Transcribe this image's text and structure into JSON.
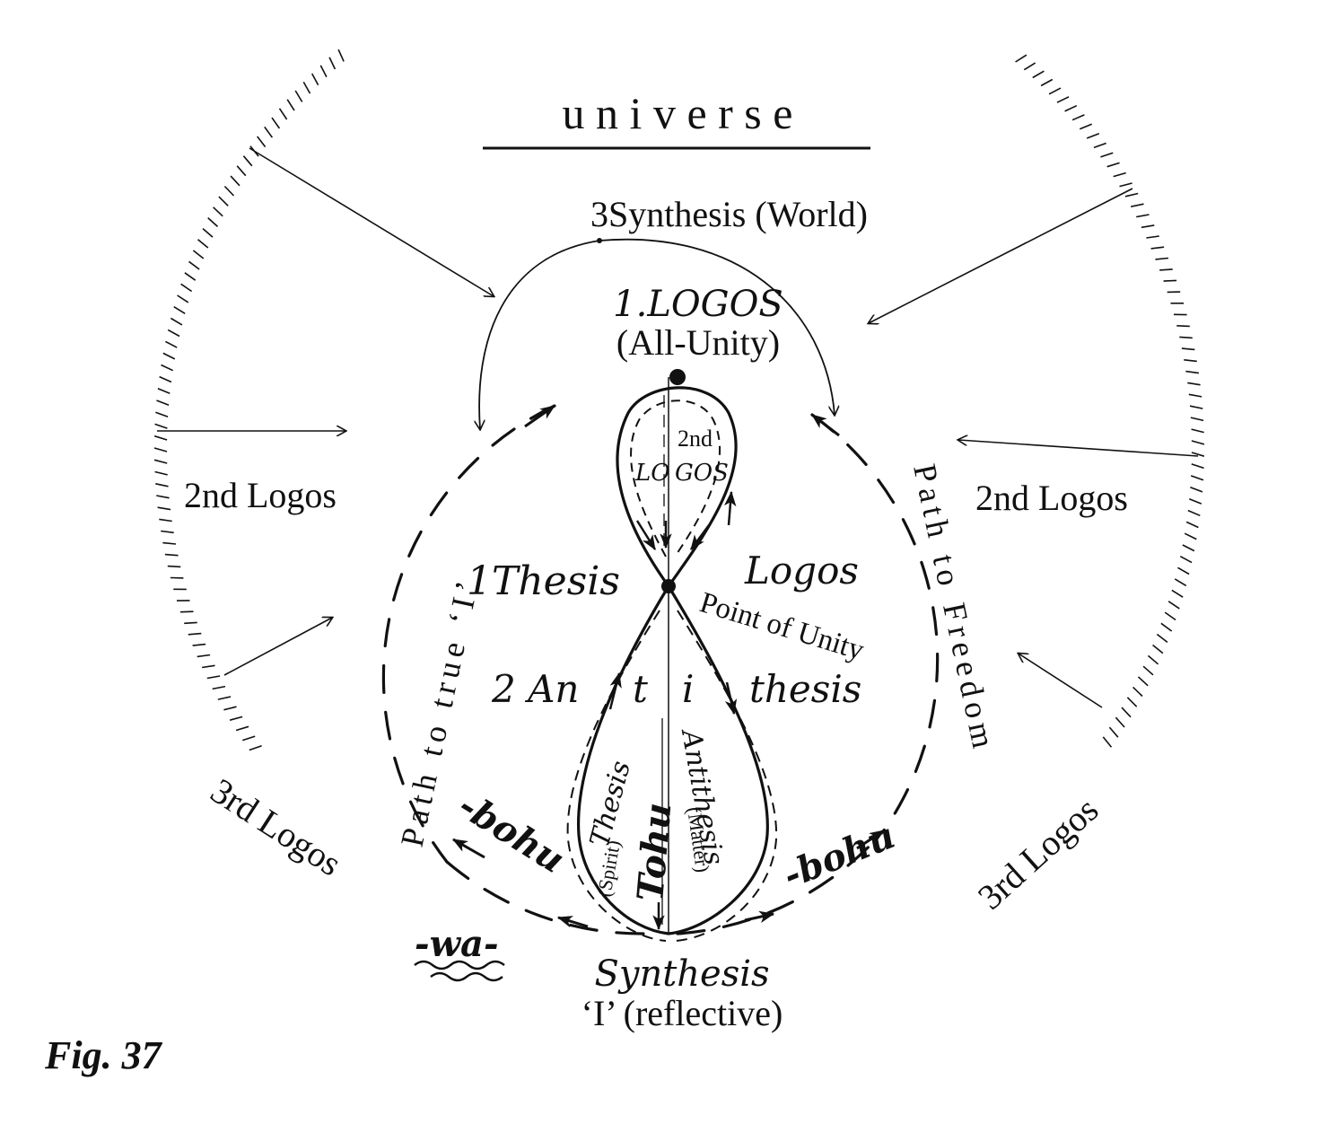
{
  "title": "u n i v e r s e",
  "labels": {
    "synthesis_world": "3Synthesis (World)",
    "logos_all_unity_1": "1.LOGOS",
    "logos_all_unity_2": "(All-Unity)",
    "second_logos_left": "2nd Logos",
    "second_logos_right": "2nd Logos",
    "third_logos_left": "3rd Logos",
    "third_logos_right": "3rd Logos",
    "inner_2nd": "2nd",
    "inner_lo": "LO",
    "inner_gos": "GOS",
    "thesis": "1Thesis",
    "logos_point": "Logos",
    "point_of_unity": "Point of Unity",
    "antithesis_a": "2 An",
    "antithesis_t": "t",
    "antithesis_i": "i",
    "antithesis_rest": "thesis",
    "inner_thesis": "Thesis",
    "inner_spirit": "(Spirit)",
    "inner_tohu": "Tohu",
    "inner_antithesis": "Antithesis",
    "inner_matter": "(Matter)",
    "path_true_i": "Path to true ‘I’",
    "path_freedom": "Path to Freedom",
    "bohu_left": "-bohu",
    "bohu_right": "-bohu",
    "wa": "-wa-",
    "synthesis_bottom": "Synthesis",
    "i_reflective": "‘I’ (reflective)",
    "fig_label": "Fig. 37"
  }
}
